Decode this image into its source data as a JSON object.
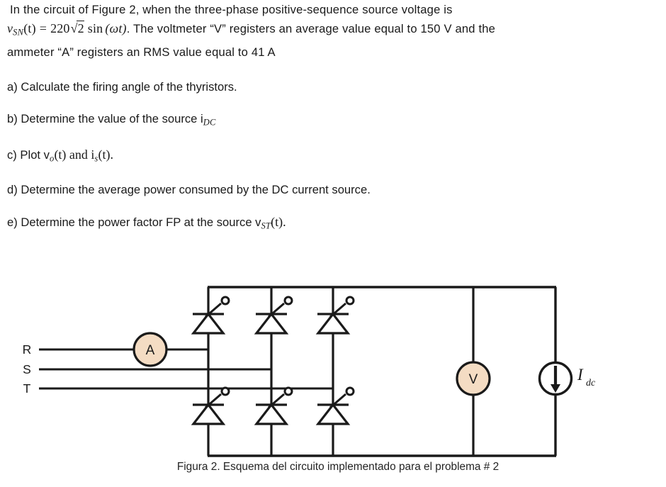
{
  "statement": {
    "line1": "In the circuit of Figure 2, when the three-phase positive-sequence source voltage is",
    "line2_var": "v",
    "line2_var_sub": "SN",
    "line2_arg": "(t)",
    "line2_eq": "=",
    "line2_amp": "220",
    "line2_radicand": "2",
    "line2_sin": "sin",
    "line2_sin_arg": "(ωt)",
    "line2_rest": ". The voltmeter “V” registers an average value equal to 150 V and the",
    "line3": "ammeter “A” registers an RMS value equal to 41 A",
    "voltmeter_reading": "150 V",
    "ammeter_reading": "41 A"
  },
  "questions": [
    {
      "id": "a",
      "label": "a) Calculate the firing angle of the thyristors."
    },
    {
      "id": "b",
      "label": "b) Determine the value of the source i",
      "var_sub": "DC",
      "tail": ""
    },
    {
      "id": "c",
      "label": "c) Plot v",
      "var_sub": "o",
      "mid": "(t) and i",
      "var_sub2": "s",
      "tail": "(t)."
    },
    {
      "id": "d",
      "label": "d) Determine the average power consumed by the DC current source."
    },
    {
      "id": "e",
      "label": "e) Determine the power factor FP at the source v",
      "var_sub": "ST",
      "tail": "(t)."
    }
  ],
  "figure": {
    "caption": "Figura 2. Esquema del circuito implementado para el problema # 2",
    "phase_labels": [
      "R",
      "S",
      "T"
    ],
    "ammeter_glyph": "A",
    "voltmeter_glyph": "V",
    "current_source_label": "I",
    "current_source_sub": "dc",
    "meter_fill": "#F4DCC3",
    "meter_stroke": "#1a1a1a",
    "wire_color": "#1a1a1a",
    "thyristor_count_top": 3,
    "thyristor_count_bottom": 3
  }
}
